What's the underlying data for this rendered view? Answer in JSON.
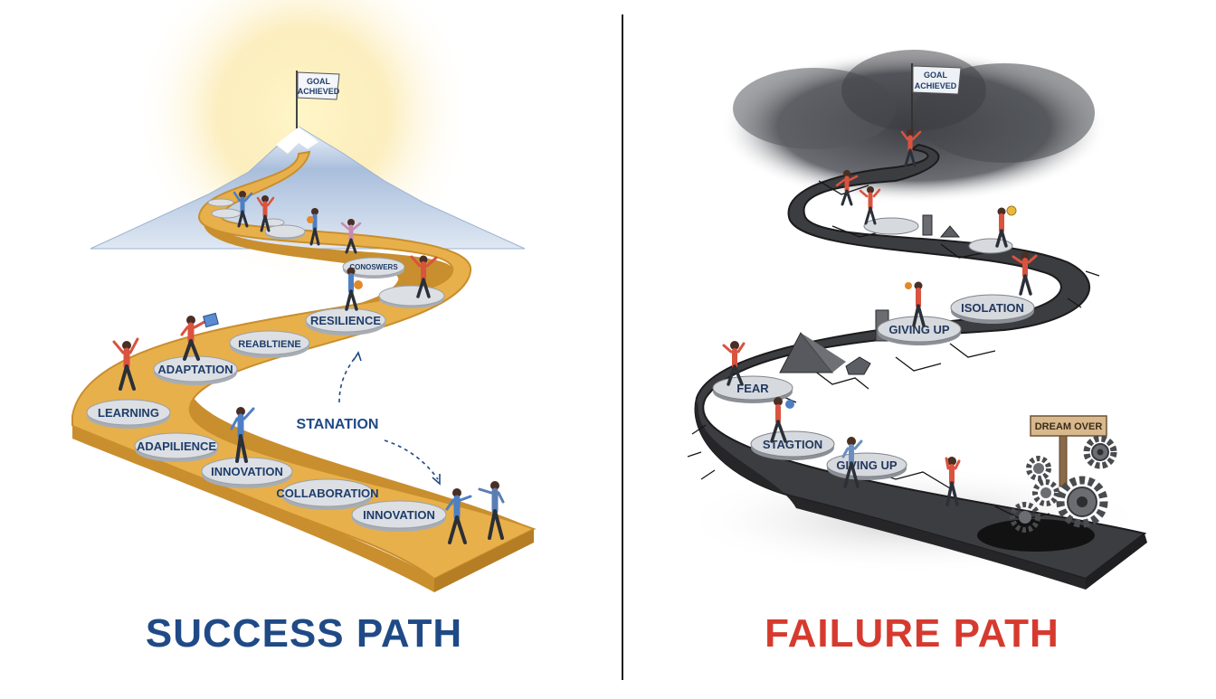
{
  "success": {
    "title": "SUCCESS PATH",
    "flag": {
      "line1": "GOAL",
      "line2": "ACHIEVED"
    },
    "annotation": "STANATION",
    "stones": [
      {
        "label": "INNOVATION"
      },
      {
        "label": "COLLABORATION"
      },
      {
        "label": "INNOVATION"
      },
      {
        "label": "ADAPILIENCE"
      },
      {
        "label": "LEARNING"
      },
      {
        "label": "ADAPTATION"
      },
      {
        "label": "REABLTIENE"
      },
      {
        "label": "RESILIENCE"
      },
      {
        "label": "CONOSWERS"
      },
      {
        "label": ""
      },
      {
        "label": ""
      },
      {
        "label": ""
      },
      {
        "label": ""
      }
    ]
  },
  "failure": {
    "title": "FAILURE PATH",
    "flag": {
      "line1": "GOAL",
      "line2": "ACHIEVED"
    },
    "sign": "DREAM OVER",
    "stones": [
      {
        "label": "GIVING UP"
      },
      {
        "label": "STAGTION"
      },
      {
        "label": "FEAR"
      },
      {
        "label": "GIVING UP"
      },
      {
        "label": "ISOLATION"
      },
      {
        "label": ""
      },
      {
        "label": ""
      }
    ]
  },
  "colors": {
    "success_title": "#1f4a86",
    "failure_title": "#d63a2f",
    "gold_path": "#e8b04a",
    "dark_path": "#3a3a3c",
    "stone": "#d9dde2"
  },
  "icons": [
    "flag-icon",
    "gear-icon",
    "signpost-icon",
    "storm-cloud-icon",
    "mountain-icon",
    "sun-glow-icon"
  ]
}
